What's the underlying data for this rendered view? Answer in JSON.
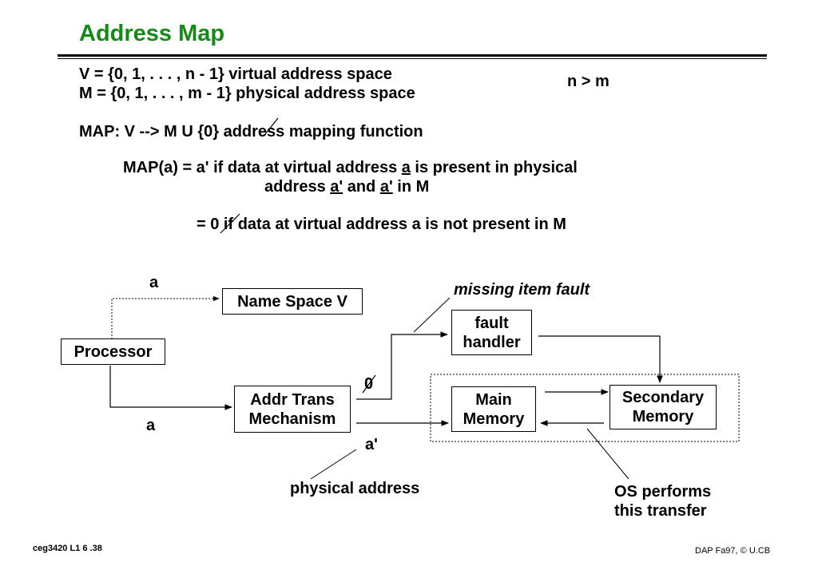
{
  "title": "Address Map",
  "defs": {
    "v_line": "V = {0, 1, . . . , n - 1}   virtual address space",
    "m_line": "M = {0, 1, . . . , m - 1}  physical address space",
    "n_gt_m": "n > m",
    "map_prefix": "MAP:  V -->  M  U  {0}",
    "map_suffix": " address mapping function"
  },
  "cases": {
    "case1_a": "MAP(a)  =  a'  if data at virtual address ",
    "case1_b": "a",
    "case1_c": " is present in physical",
    "case1_d": "address ",
    "case1_e": "a'",
    "case1_f": "  and  ",
    "case1_g": "a'",
    "case1_h": " in M",
    "case2_a": "=  ",
    "case2_b": "0",
    "case2_c": "  if data at virtual address a is not present in M"
  },
  "diagram": {
    "label_a_top": "a",
    "label_a_bottom": "a",
    "label_zero": "0",
    "label_a_prime": "a'",
    "missing_item_fault": "missing item fault",
    "physical_address": "physical address",
    "os_line1": "OS performs",
    "os_line2": "this transfer",
    "boxes": {
      "name_space": "Name Space V",
      "processor": "Processor",
      "addr_trans_1": "Addr Trans",
      "addr_trans_2": "Mechanism",
      "fault_1": "fault",
      "fault_2": "handler",
      "main_1": "Main",
      "main_2": "Memory",
      "secondary_1": "Secondary",
      "secondary_2": "Memory"
    }
  },
  "footer": {
    "left": "ceg3420  L1 6 .38",
    "right": "DAP Fa97, © U.CB"
  }
}
